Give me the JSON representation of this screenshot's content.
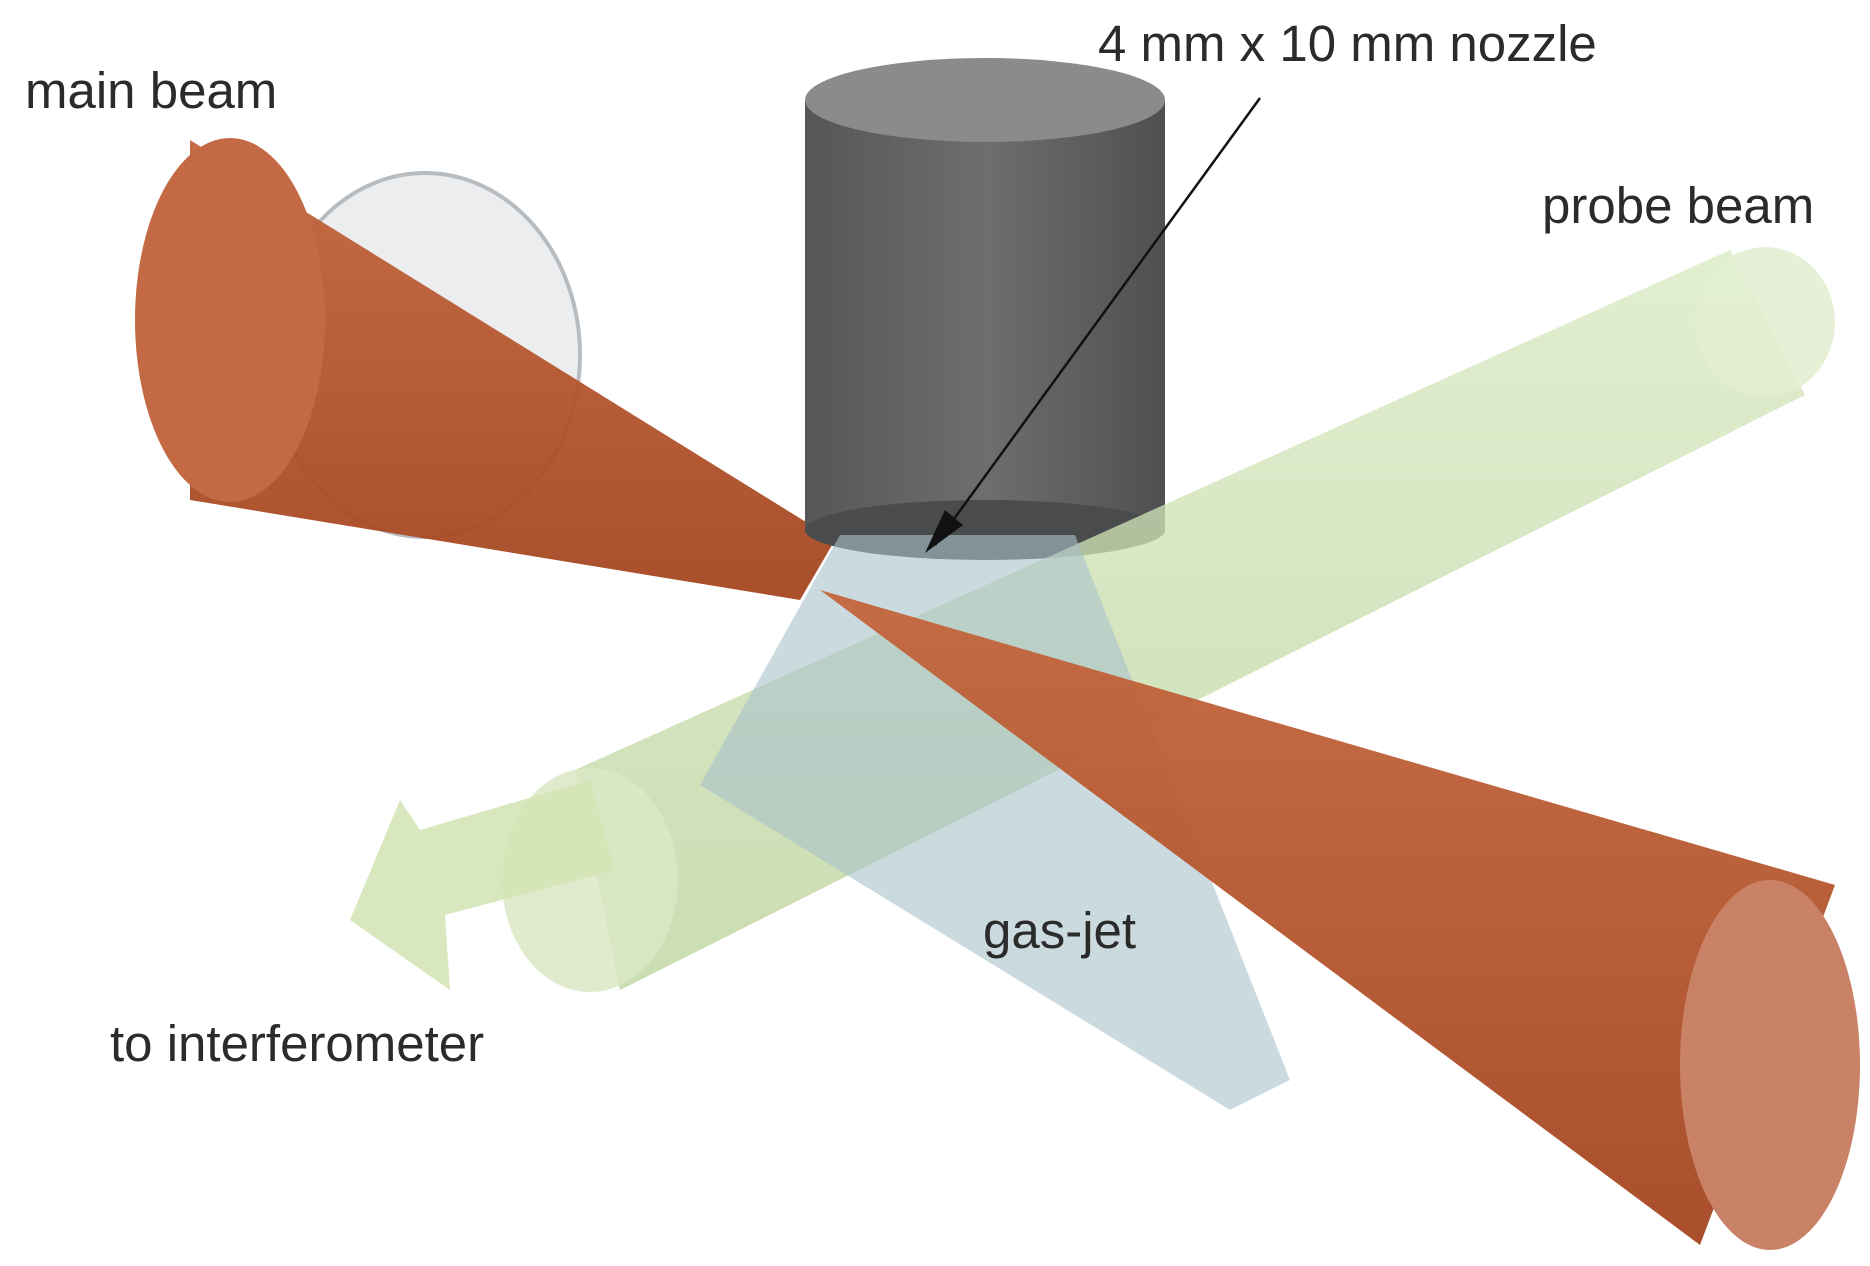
{
  "labels": {
    "main_beam": "main beam",
    "nozzle": "4 mm x 10 mm nozzle",
    "probe_beam": "probe beam",
    "gas_jet": "gas-jet",
    "to_interferometer": "to interferometer"
  },
  "colors": {
    "main_beam": "#b8532e",
    "probe_beam": "#cfe2b4",
    "gas_jet": "#a9c1ca",
    "nozzle": "#5f6061",
    "lens": "#c8ccd0",
    "arrow": "#d4e4b6",
    "label_text": "#2b2b2b"
  }
}
